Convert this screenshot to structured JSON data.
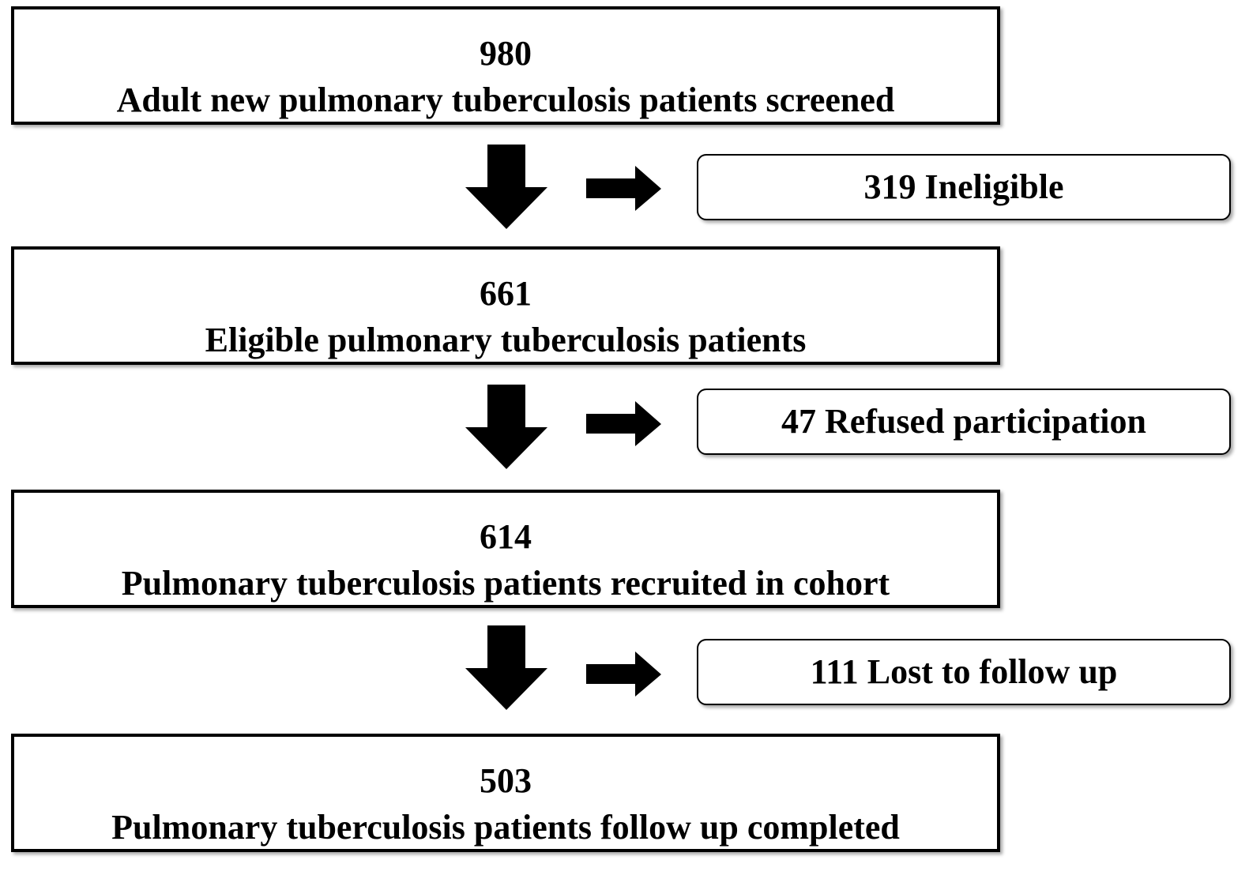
{
  "flow_steps": [
    {
      "count": "980",
      "label": "Adult new pulmonary tuberculosis patients screened"
    },
    {
      "count": "661",
      "label": "Eligible pulmonary tuberculosis patients"
    },
    {
      "count": "614",
      "label": "Pulmonary tuberculosis patients recruited in cohort"
    },
    {
      "count": "503",
      "label": "Pulmonary tuberculosis patients follow up completed"
    }
  ],
  "exclusions": [
    {
      "text": "319 Ineligible"
    },
    {
      "text": "47 Refused participation"
    },
    {
      "text": "111 Lost to follow up"
    }
  ],
  "colors": {
    "stroke": "#000000",
    "fill": "#000000",
    "background": "#ffffff"
  }
}
